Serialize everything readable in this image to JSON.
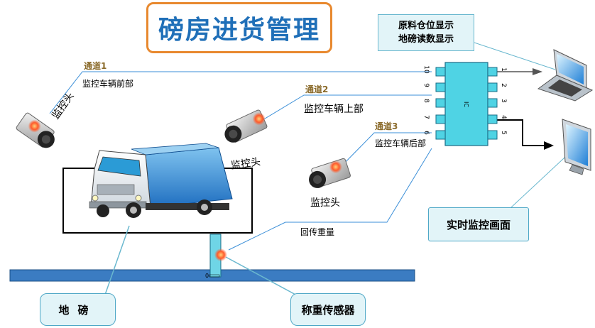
{
  "title": "磅房进货管理",
  "info_box": {
    "line1": "原料仓位显示",
    "line2": "地磅读数显示"
  },
  "channels": {
    "ch1": {
      "name": "通道1",
      "desc": "监控车辆前部"
    },
    "ch2": {
      "name": "通道2",
      "desc": "监控车辆上部"
    },
    "ch3": {
      "name": "通道3",
      "desc": "监控车辆后部"
    }
  },
  "camera_labels": {
    "cam1": "监控头",
    "cam2": "监控头",
    "cam3": "监控头"
  },
  "weight_return": "回传重量",
  "callouts": {
    "monitor": "实时监控画面",
    "scale": "地磅",
    "sensor": "称重传感器"
  },
  "ic": {
    "label": "IC",
    "left_pins": [
      "10",
      "9",
      "8",
      "7",
      "6"
    ],
    "right_pins": [
      "1",
      "2",
      "3",
      "4",
      "5"
    ]
  },
  "sensor_mark": "0",
  "colors": {
    "accent_blue": "#1f6fb8",
    "title_border": "#e8892f",
    "ic_fill": "#4fd3e4",
    "scale_bar": "#3b7cc2",
    "callout_fill": "#e2f4f8",
    "camera_led": "#ff5a2a"
  }
}
